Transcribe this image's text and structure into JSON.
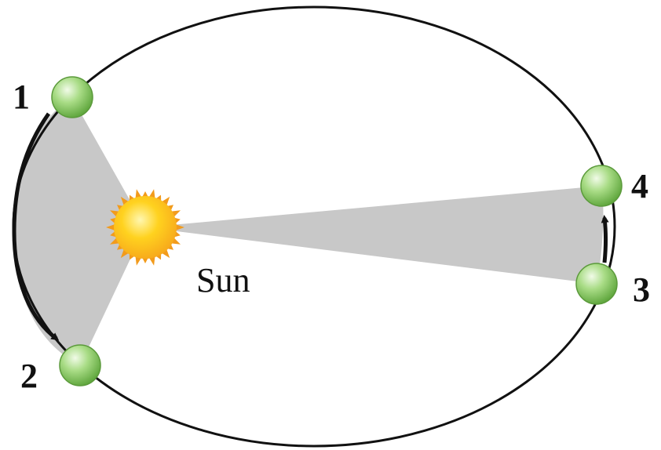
{
  "sun": {
    "label": "Sun"
  },
  "positions": [
    {
      "label": "1"
    },
    {
      "label": "2"
    },
    {
      "label": "3"
    },
    {
      "label": "4"
    }
  ],
  "colors": {
    "orbit": "#111111",
    "swept_area": "#c8c8c8",
    "planet_fill": "#8fce6a",
    "planet_highlight": "#e2f5d2",
    "planet_stroke": "#5b9a3b",
    "sun_core": "#ffd21f",
    "sun_rays": "#f29b1c"
  }
}
